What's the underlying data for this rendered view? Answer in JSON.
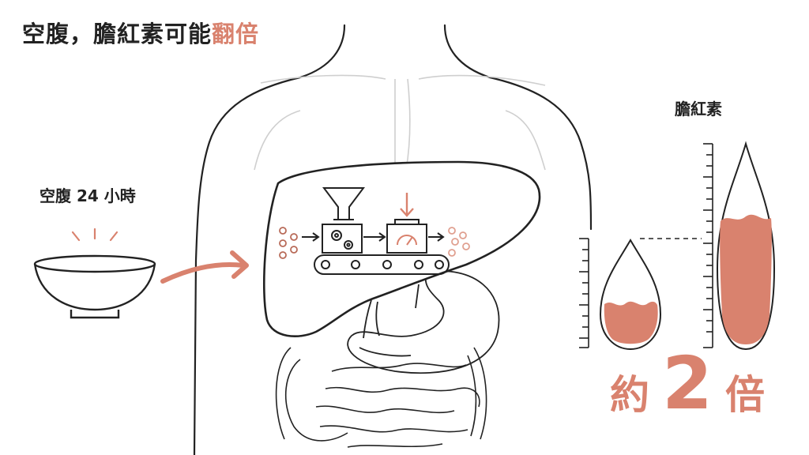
{
  "title": {
    "prefix": "空腹，膽紅素可能",
    "highlight": "翻倍"
  },
  "fasting": {
    "label": "空腹 24 小時"
  },
  "bilirubin": {
    "label": "膽紅素"
  },
  "result": {
    "prefix": "約",
    "number": "2",
    "suffix": "倍"
  },
  "colors": {
    "accent": "#d9826e",
    "fill": "#d9826e",
    "line": "#222222",
    "faint": "#c8c8c8"
  },
  "icons": [
    "bowl-icon",
    "arrow-icon",
    "liver-icon",
    "funnel-icon",
    "gear-icon",
    "gauge-icon",
    "conveyor-icon",
    "droplet-icon",
    "ruler-icon"
  ]
}
